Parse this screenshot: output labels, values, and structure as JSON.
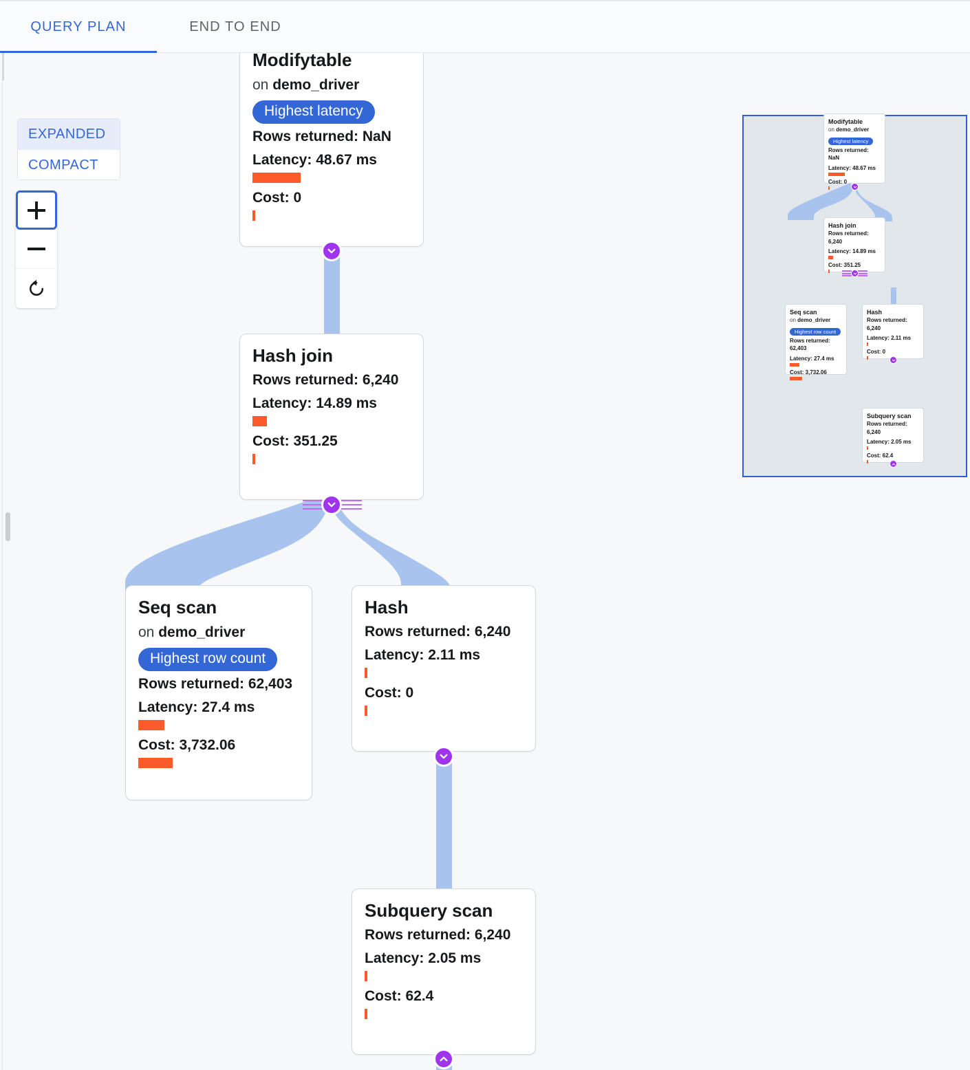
{
  "tabs": [
    {
      "label": "QUERY PLAN",
      "active": true
    },
    {
      "label": "END TO END",
      "active": false
    }
  ],
  "view_toggle": {
    "expanded_label": "EXPANDED",
    "compact_label": "COMPACT",
    "selected": "EXPANDED"
  },
  "zoom_controls": {
    "zoom_in_label": "+",
    "zoom_out_label": "−",
    "reset_label": "reset-view"
  },
  "colors": {
    "accent_blue": "#3367d6",
    "badge_purple": "#a033ec",
    "bar_orange": "#fb5b2b",
    "edge_blue": "#a8c4ee",
    "minimap_fill": "#e2e7ec",
    "canvas_bg": "#f6f8fa"
  },
  "graph": {
    "nodes": [
      {
        "id": "modifytable",
        "title": "Modifytable",
        "on_prefix": "on",
        "on_table": "demo_driver",
        "badge": "Highest latency",
        "rows": "Rows returned: NaN",
        "latency": "Latency: 48.67 ms",
        "latency_bar_pct": 31,
        "cost": "Cost: 0",
        "cost_bar_pct": 1.4,
        "collapse_icon": "chevron-down-icon"
      },
      {
        "id": "hash-join",
        "title": "Hash join",
        "rows": "Rows returned: 6,240",
        "latency": "Latency: 14.89 ms",
        "latency_bar_pct": 9.5,
        "cost": "Cost: 351.25",
        "cost_bar_pct": 1.4,
        "collapse_icon": "chevron-down-icon"
      },
      {
        "id": "seq-scan",
        "title": "Seq scan",
        "on_prefix": "on",
        "on_table": "demo_driver",
        "badge": "Highest row count",
        "rows": "Rows returned: 62,403",
        "latency": "Latency: 27.4 ms",
        "latency_bar_pct": 17.5,
        "cost": "Cost: 3,732.06",
        "cost_bar_pct": 19
      },
      {
        "id": "hash",
        "title": "Hash",
        "rows": "Rows returned: 6,240",
        "latency": "Latency: 2.11 ms",
        "latency_bar_pct": 1.4,
        "cost": "Cost: 0",
        "cost_bar_pct": 1.4,
        "collapse_icon": "chevron-down-icon"
      },
      {
        "id": "subquery-scan",
        "title": "Subquery scan",
        "rows": "Rows returned: 6,240",
        "latency": "Latency: 2.05 ms",
        "latency_bar_pct": 1.4,
        "cost": "Cost: 62.4",
        "cost_bar_pct": 1.4,
        "collapse_icon": "chevron-up-icon"
      }
    ]
  }
}
